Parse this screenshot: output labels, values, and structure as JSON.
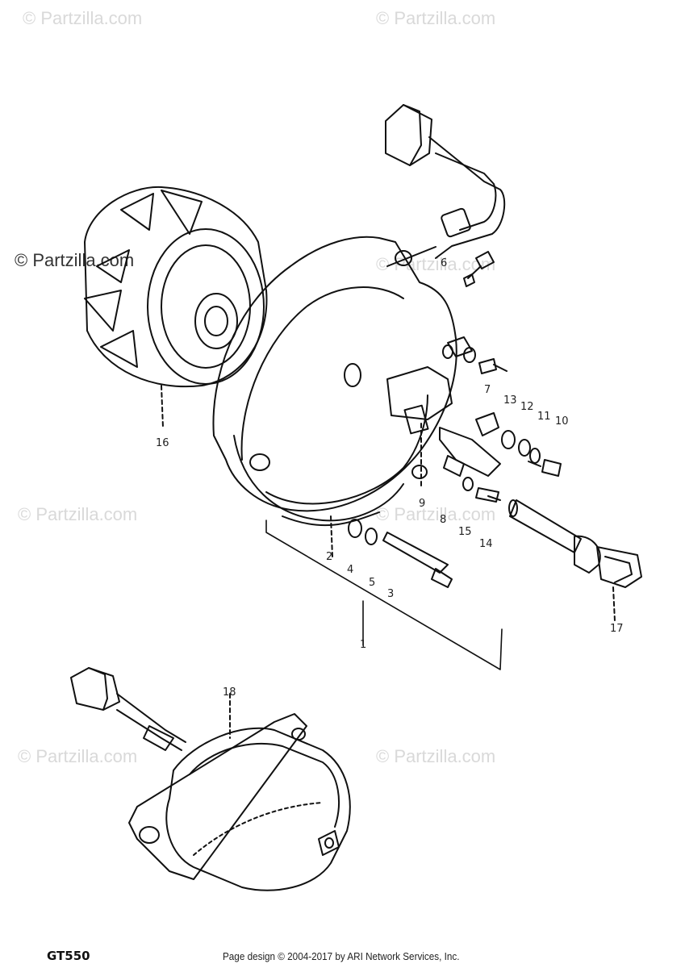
{
  "watermark": "© Partzilla.com",
  "model_code": "GT550",
  "footer_credit": "Page design © 2004-2017 by ARI Network Services, Inc.",
  "callouts": [
    "1",
    "2",
    "3",
    "4",
    "5",
    "6",
    "7",
    "8",
    "9",
    "10",
    "11",
    "12",
    "13",
    "14",
    "15",
    "16",
    "17",
    "18"
  ]
}
